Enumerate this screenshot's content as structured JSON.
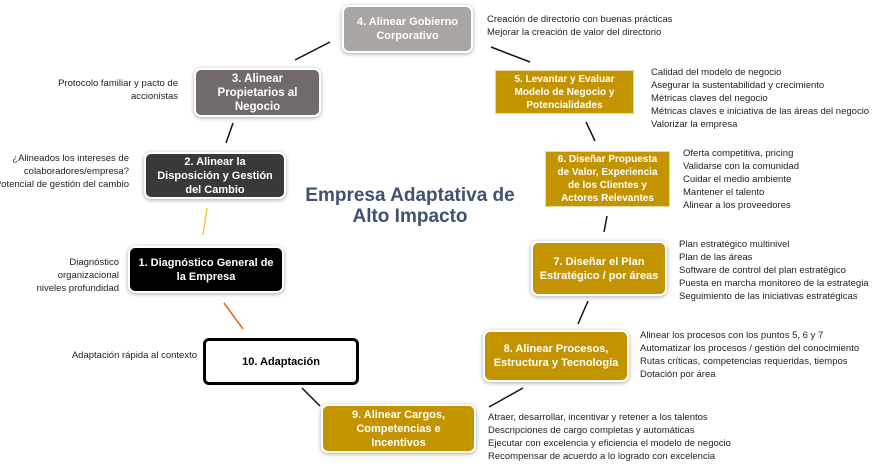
{
  "title": "Empresa Adaptativa de Alto Impacto",
  "steps": [
    {
      "label": "1. Diagnóstico General de la Empresa",
      "notes": [
        "Diagnóstico",
        "organizacional",
        "niveles  profundidad"
      ]
    },
    {
      "label": "2. Alinear la Disposición y Gestión del Cambio",
      "notes": [
        "¿Alineados los intereses de",
        "colaboradores/empresa?",
        "Potencial de gestión del cambio"
      ]
    },
    {
      "label": "3. Alinear Propietarios al Negocio",
      "notes": [
        "Protocolo familiar y pacto de",
        "accionistas"
      ]
    },
    {
      "label": "4. Alinear  Gobierno Corporativo",
      "notes": [
        "Creación de directorio con buenas prácticas",
        "Mejorar la creación de valor del directorio"
      ]
    },
    {
      "label": "5. Levantar y Evaluar Modelo de Negocio y Potencialidades",
      "notes": [
        "Calidad del modelo de negocio",
        "Asegurar la sustentabilidad y crecimiento",
        "Métricas claves del negocio",
        "Métricas claves e iniciativa de las áreas del  negocio",
        "Valorizar la empresa"
      ]
    },
    {
      "label": "6. Diseñar Propuesta de Valor, Experiencia  de los Clientes y Actores Relevantes",
      "notes": [
        "Oferta competitiva, pricing",
        "Validarse con la comunidad",
        "Cuidar el medio ambiente",
        "Mantener el talento",
        "Alinear a los proveedores"
      ]
    },
    {
      "label": "7.  Diseñar el Plan Estratégico / por áreas",
      "notes": [
        "Plan estratégico multinivel",
        "Plan de las áreas",
        "Software de control del plan estratégico",
        "Puesta en marcha monitoreo de la estrategia",
        "Seguimiento de las iniciativas estratégicas"
      ]
    },
    {
      "label": "8. Alinear  Procesos, Estructura y Tecnología",
      "notes": [
        "Alinear los procesos con los puntos 5, 6 y 7",
        "Automatizar los procesos / gestión del conocimiento",
        "Rutas críticas, competencias requeridas, tiempos",
        "Dotación por área"
      ]
    },
    {
      "label": "9. Alinear Cargos, Competencias e Incentivos",
      "notes": [
        "Atraer, desarrollar, incentivar y retener a los talentos",
        "Descripciones de cargo completas y automáticas",
        "Ejecutar con excelencia y eficiencia el modelo de negocio",
        "Recompensar de acuerdo a lo logrado con excelencia"
      ]
    },
    {
      "label": "10. Adaptación",
      "notes": [
        "Adaptación rápida al contexto"
      ]
    }
  ],
  "colors": {
    "gold": "#c49400",
    "title": "#3f5270",
    "step1": "#000000",
    "step2": "#3a3937",
    "step3": "#706b6a",
    "step4": "#a8a5a3"
  }
}
